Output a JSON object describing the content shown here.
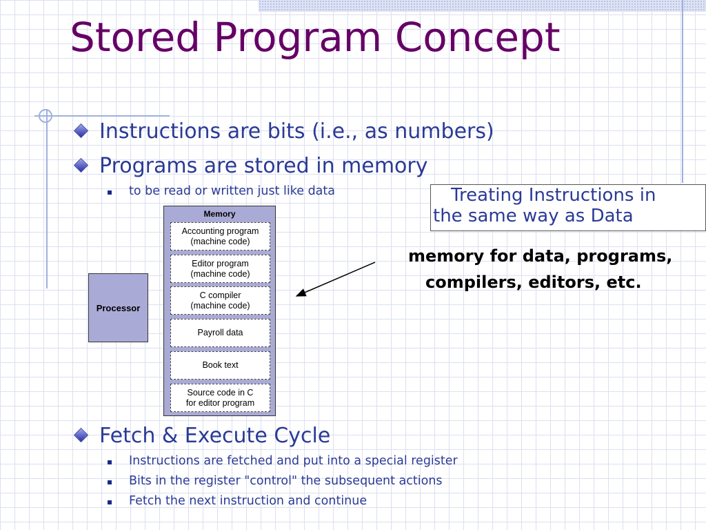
{
  "slide": {
    "title": "Stored Program Concept",
    "bullets": [
      "Instructions are bits (i.e., as numbers)",
      "Programs are stored in memory"
    ],
    "sub_bullet_1": "to be read or written just like data",
    "fetch_heading": "Fetch & Execute Cycle",
    "fetch_items": [
      "Instructions are fetched and put into a special register",
      "Bits in the register \"control\" the subsequent actions",
      "Fetch the next instruction and continue"
    ],
    "callout": {
      "line1": "Treating Instructions in",
      "line2": "the same way as Data"
    },
    "notes": [
      "memory for data, programs,",
      "compilers, editors, etc."
    ]
  },
  "diagram": {
    "memory_label": "Memory",
    "cells": [
      "Accounting program\n(machine code)",
      "Editor program\n(machine code)",
      "C compiler\n(machine code)",
      "Payroll data",
      "Book text",
      "Source code in C\nfor editor program"
    ],
    "processor_label": "Processor"
  },
  "colors": {
    "title": "#660066",
    "body_text": "#2a3a96",
    "diagram_fill": "#aaaad6",
    "accent_lines": "#9fb0dd"
  }
}
